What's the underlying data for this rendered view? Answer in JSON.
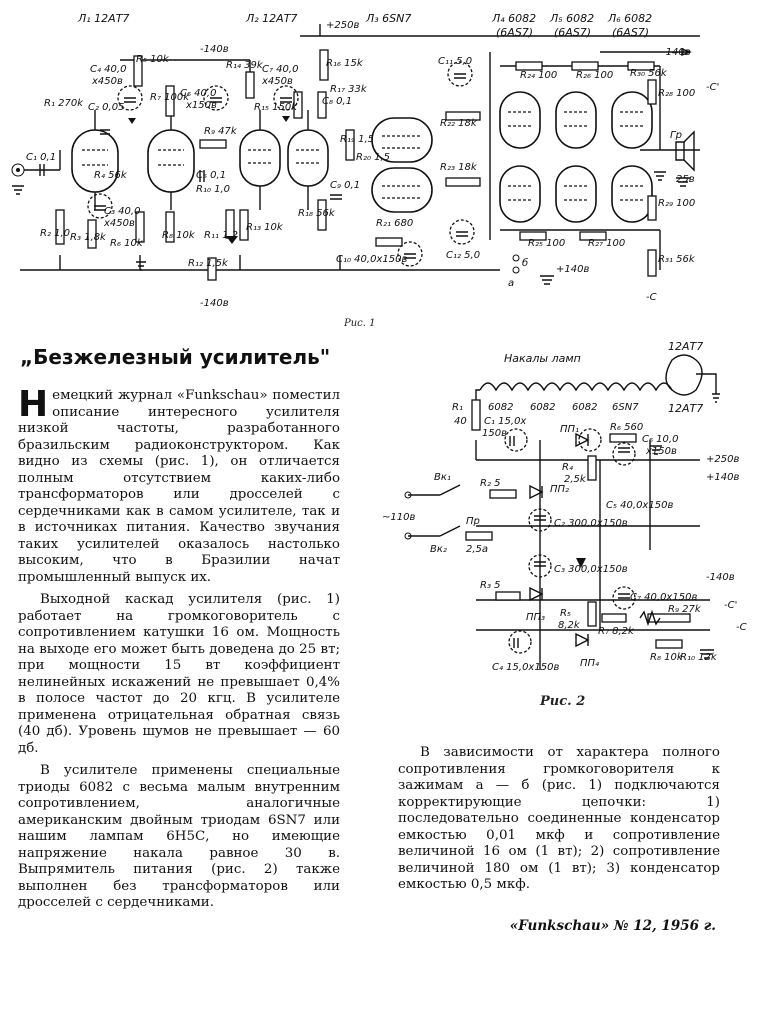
{
  "fig1": {
    "caption": "Рис. 1",
    "tubes": {
      "l1": "Л₁ 12АТ7",
      "l2": "Л₂ 12АТ7",
      "l3": "Л₃ 6SN7",
      "l4_name": "Л₄ 6082",
      "l4_alt": "(6AS7)",
      "l5_name": "Л₅ 6082",
      "l5_alt": "(6AS7)",
      "l6_name": "Л₆ 6082",
      "l6_alt": "(6AS7)"
    },
    "supplies": {
      "plus250": "+250в",
      "minus140_top": "-140в",
      "minus140_top2": "-140в",
      "minus140_bottom": "-140в",
      "plus140": "+140в",
      "minus_c_top": "-C'",
      "minus_c_bottom": "-C",
      "speaker": "Гр",
      "speaker_res": "25в",
      "term_a": "а",
      "term_b": "б"
    },
    "components": [
      {
        "id": "c1",
        "text": "C₁ 0,1"
      },
      {
        "id": "r1",
        "text": "R₁ 270k"
      },
      {
        "id": "r2",
        "text": "R₂ 1,0"
      },
      {
        "id": "r3",
        "text": "R₃ 1,8k"
      },
      {
        "id": "c2",
        "text": "C₂ 0,05"
      },
      {
        "id": "c4",
        "text": "C₄ 40,0"
      },
      {
        "id": "c4b",
        "text": "x450в"
      },
      {
        "id": "r5",
        "text": "R₅ 10k"
      },
      {
        "id": "r4",
        "text": "R₄ 56k"
      },
      {
        "id": "c3",
        "text": "C₃ 40,0"
      },
      {
        "id": "c3b",
        "text": "x450в"
      },
      {
        "id": "r6",
        "text": "R₆ 10k"
      },
      {
        "id": "r7",
        "text": "R₇ 100k"
      },
      {
        "id": "r8",
        "text": "R₈ 10k"
      },
      {
        "id": "c6",
        "text": "C₆ 40,0"
      },
      {
        "id": "c6b",
        "text": "x150в"
      },
      {
        "id": "r9",
        "text": "R₉ 47k"
      },
      {
        "id": "c5",
        "text": "C₅ 0,1"
      },
      {
        "id": "r10",
        "text": "R₁₀ 1,0"
      },
      {
        "id": "r11",
        "text": "R₁₁ 1,2"
      },
      {
        "id": "r12",
        "text": "R₁₂ 1,5k"
      },
      {
        "id": "r13",
        "text": "R₁₃ 10k"
      },
      {
        "id": "r14",
        "text": "R₁₄ 39k"
      },
      {
        "id": "c7",
        "text": "C₇ 40,0"
      },
      {
        "id": "c7b",
        "text": "x450в"
      },
      {
        "id": "r15",
        "text": "R₁₅ 150k"
      },
      {
        "id": "r16",
        "text": "R₁₆ 15k"
      },
      {
        "id": "r17",
        "text": "R₁₇ 33k"
      },
      {
        "id": "c8",
        "text": "C₈ 0,1"
      },
      {
        "id": "r19",
        "text": "R₁₉ 1,5"
      },
      {
        "id": "r20",
        "text": "R₂₀ 1,5"
      },
      {
        "id": "c9",
        "text": "C₉ 0,1"
      },
      {
        "id": "r18",
        "text": "R₁₈ 56k"
      },
      {
        "id": "r21",
        "text": "R₂₁ 680"
      },
      {
        "id": "c10",
        "text": "C₁₀ 40,0x150в"
      },
      {
        "id": "c11",
        "text": "C₁₁ 5,0"
      },
      {
        "id": "r22",
        "text": "R₂₂ 18k"
      },
      {
        "id": "r23",
        "text": "R₂₃ 18k"
      },
      {
        "id": "c12",
        "text": "C₁₂ 5,0"
      },
      {
        "id": "r24",
        "text": "R₂₄ 100"
      },
      {
        "id": "r26",
        "text": "R₂₆ 100"
      },
      {
        "id": "r30",
        "text": "R₃₀ 56k"
      },
      {
        "id": "r28",
        "text": "R₂₈ 100"
      },
      {
        "id": "r25",
        "text": "R₂₅ 100"
      },
      {
        "id": "r27",
        "text": "R₂₇ 100"
      },
      {
        "id": "r29",
        "text": "R₂₉ 100"
      },
      {
        "id": "r31",
        "text": "R₃₁ 56k"
      }
    ]
  },
  "article": {
    "title": "„Безжелезный усилитель\"",
    "dropcap": "Н",
    "p1": "емецкий журнал «Funkschau» поместил описание интересного усилителя низкой частоты, разработанного бразильским радиоконструктором. Как видно из схемы (рис. 1), он отличается полным отсутствием каких-либо трансформаторов или дросселей с сердечниками как в самом усилителе, так и в источниках питания. Качество звучания таких усилителей оказалось настолько высоким, что в Бразилии начат промышленный выпуск их.",
    "p2": "Выходной каскад усилителя (рис. 1) работает на громкоговоритель с сопротивлением катушки 16 ом. Мощность на выходе его может быть доведена до 25 вт; при мощности 15 вт коэффициент нелинейных искажений не превышает 0,4% в полосе частот до 20 кгц. В усилителе применена отрицательная обратная связь (40 дб). Уровень шумов не превышает — 60 дб.",
    "p3": "В усилителе применены специальные триоды 6082 с весьма малым внутренним сопротивлением, аналогичные американским двойным триодам 6SN7 или нашим лампам 6Н5С, но имеющие напряжение накала равное 30 в. Выпрямитель питания (рис. 2) также выполнен без трансформаторов или дросселей с сердечниками.",
    "p4": "В зависимости от характера полного сопротивления громкоговорителя к зажимам а — б (рис. 1) подключаются корректирующие цепочки: 1) последовательно соединенные конденсатор емкостью 0,01 мкф и сопротивление величиной 16 ом (1 вт); 2) сопротивление величиной 180 ом (1 вт); 3) конденсатор емкостью 0,5 мкф.",
    "source": "«Funkschau» № 12, 1956 г."
  },
  "fig2": {
    "caption": "Рис. 2",
    "header": "Накалы ламп",
    "tube_12at7_top": "12АТ7",
    "tube_12at7_bottom": "12АТ7",
    "heaters": [
      "6082",
      "6082",
      "6082",
      "6SN7"
    ],
    "mains": "~110в",
    "switch1": "Вк₁",
    "switch2": "Вк₂",
    "fuse": "Пр",
    "fuse_val": "2,5а",
    "out_plus250": "+250в",
    "out_plus140": "+140в",
    "out_minus140": "-140в",
    "out_minus_c1": "-C'",
    "out_minus_c2": "-C",
    "components": [
      {
        "id": "r1",
        "text": "R₁"
      },
      {
        "id": "r1v",
        "text": "40"
      },
      {
        "id": "c1",
        "text": "C₁ 15,0x"
      },
      {
        "id": "c1b",
        "text": "150в"
      },
      {
        "id": "pp1",
        "text": "ПП₁"
      },
      {
        "id": "r6",
        "text": "R₆ 560"
      },
      {
        "id": "r4",
        "text": "R₄"
      },
      {
        "id": "r4v",
        "text": "2,5k"
      },
      {
        "id": "c6",
        "text": "C₆ 10,0"
      },
      {
        "id": "c6b",
        "text": "x150в"
      },
      {
        "id": "r2",
        "text": "R₂ 5"
      },
      {
        "id": "pp2",
        "text": "ПП₂"
      },
      {
        "id": "c5",
        "text": "C₅ 40,0x150в"
      },
      {
        "id": "c2",
        "text": "C₂ 300,0x150в"
      },
      {
        "id": "c3",
        "text": "C₃ 300,0x150в"
      },
      {
        "id": "r3",
        "text": "R₃ 5"
      },
      {
        "id": "pp3",
        "text": "ПП₃"
      },
      {
        "id": "r5",
        "text": "R₅"
      },
      {
        "id": "r5v",
        "text": "8,2k"
      },
      {
        "id": "c7",
        "text": "C₇ 40,0x150в"
      },
      {
        "id": "r7",
        "text": "R₇ 8,2k"
      },
      {
        "id": "r9",
        "text": "R₉ 27k"
      },
      {
        "id": "r8",
        "text": "R₈ 10k"
      },
      {
        "id": "r10",
        "text": "R₁₀ 12k"
      },
      {
        "id": "c4",
        "text": "C₄ 15,0x150в"
      },
      {
        "id": "pp4",
        "text": "ПП₄"
      }
    ]
  }
}
